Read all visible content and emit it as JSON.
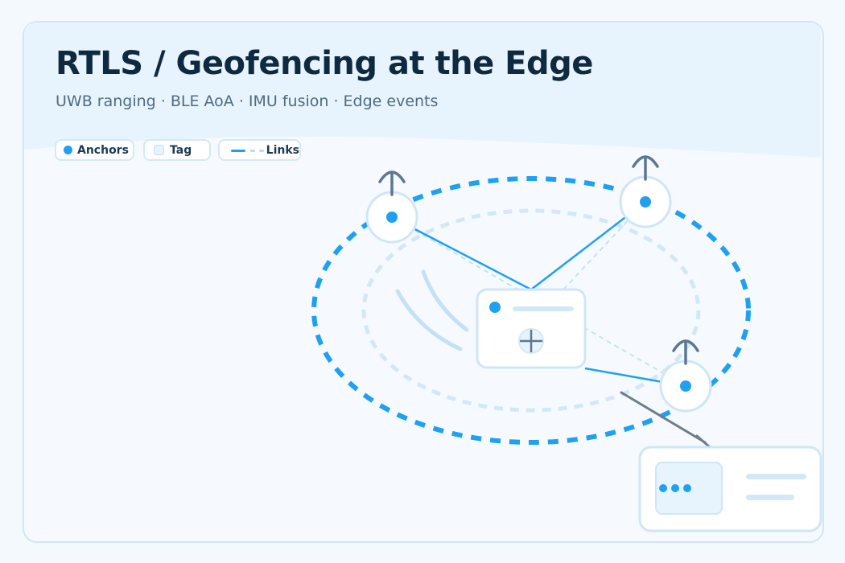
{
  "header": {
    "title": "RTLS / Geofencing at the Edge",
    "subtitle": "UWB ranging · BLE AoA · IMU fusion · Edge events"
  },
  "legend": {
    "anchors_label": "Anchors",
    "tag_label": "Tag",
    "links_label": "Links"
  },
  "colors": {
    "accent": "#1fa0f0",
    "accent_light": "#d2e8f8",
    "antenna": "#5c7790",
    "title": "#0f2a40",
    "background": "#f6fafe"
  },
  "icons": {
    "anchor": "antenna-icon",
    "tag": "crosshair-icon",
    "edge_node": "dots-icon",
    "event_arrow": "arrow-icon"
  }
}
